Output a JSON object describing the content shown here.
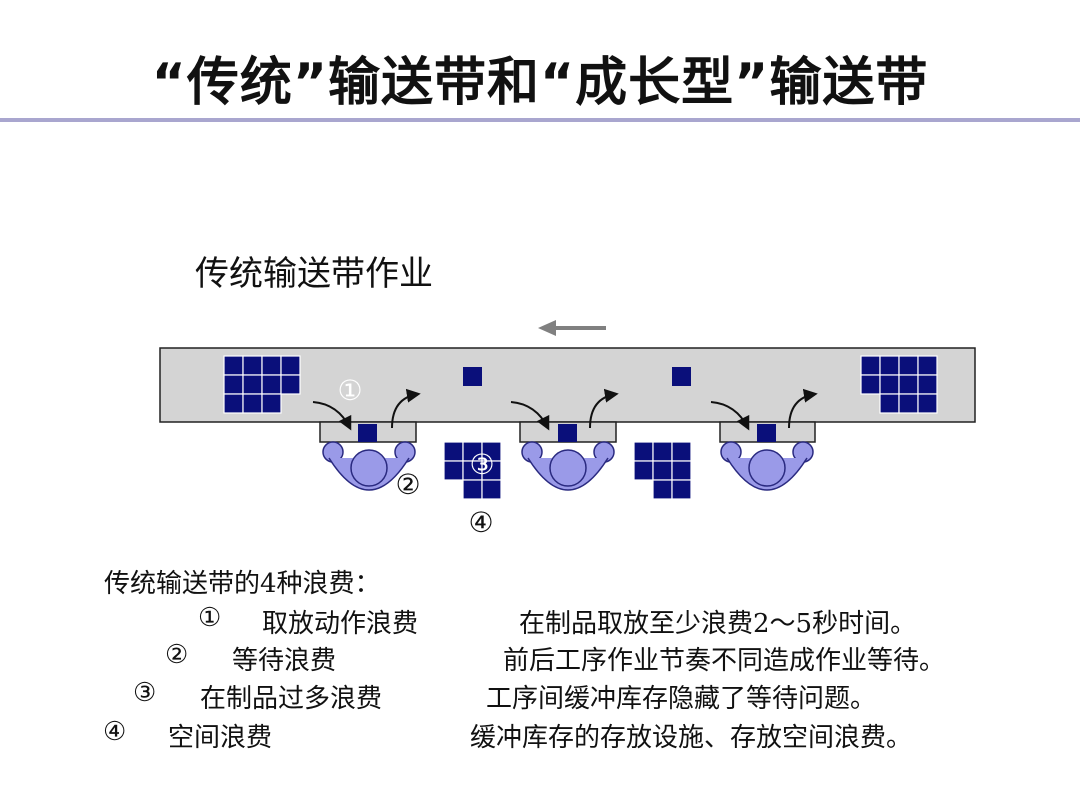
{
  "title": "“传统”输送带和“成长型”输送带",
  "subtitle": "传统输送带作业",
  "diagram_markers": {
    "m1": "①",
    "m2": "②",
    "m3": "③",
    "m4": "④"
  },
  "colors": {
    "block": "#0a0f7a",
    "belt": "#d4d4d4",
    "worker": "#9a9ae8",
    "arrow": "#808080",
    "rule": "#a9a6cf"
  },
  "waste_heading": "传统输送带的4种浪费：",
  "waste_items": [
    {
      "num": "①",
      "name": "取放动作浪费",
      "desc": "在制品取放至少浪费2～5秒时间。"
    },
    {
      "num": "②",
      "name": "等待浪费",
      "desc": "前后工序作业节奏不同造成作业等待。"
    },
    {
      "num": "③",
      "name": "在制品过多浪费",
      "desc": "工序间缓冲库存隐藏了等待问题。"
    },
    {
      "num": "④",
      "name": "空间浪费",
      "desc": "缓冲库存的存放设施、存放空间浪费。"
    }
  ]
}
